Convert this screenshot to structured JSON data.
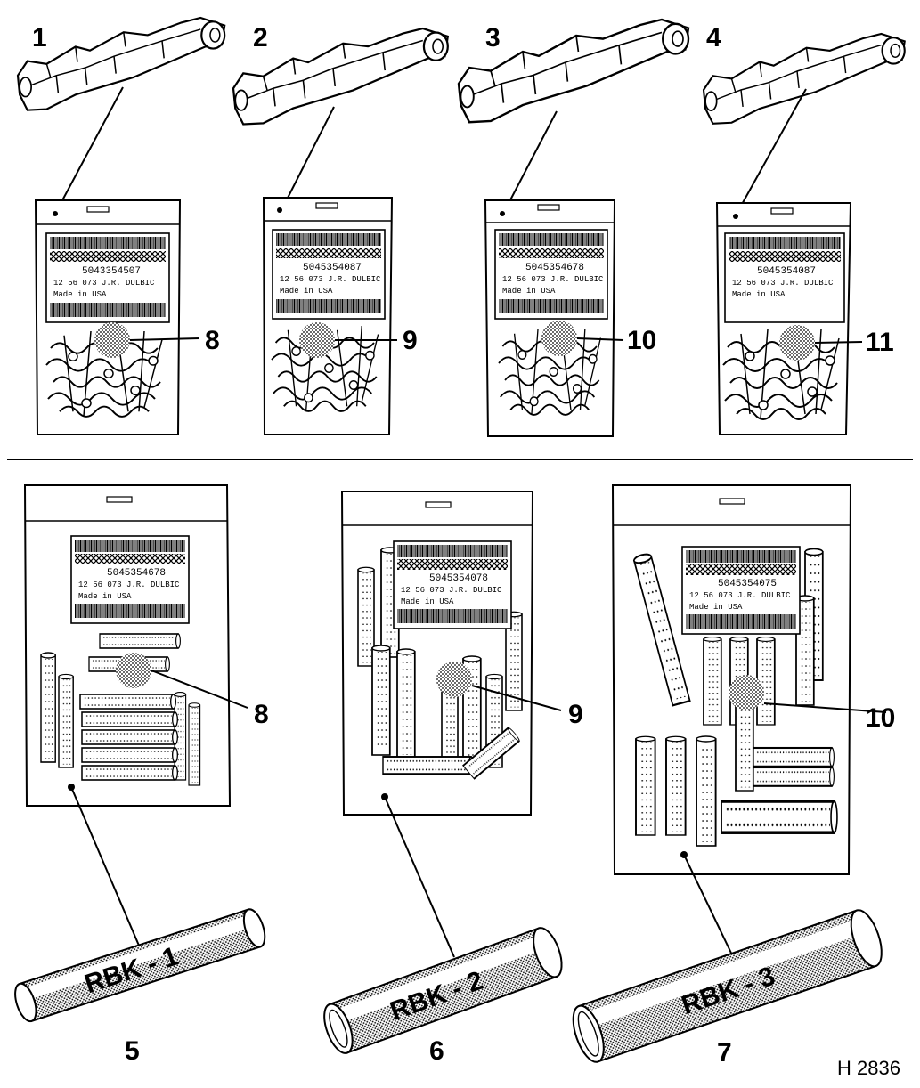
{
  "figure_id": "H 2836",
  "callouts": {
    "c1": "1",
    "c2": "2",
    "c3": "3",
    "c4": "4",
    "c5": "5",
    "c6": "6",
    "c7": "7",
    "c8a": "8",
    "c9a": "9",
    "c10a": "10",
    "c11": "11",
    "c8b": "8",
    "c9b": "9",
    "c10b": "10"
  },
  "tubes": {
    "t1": "RBK - 1",
    "t2": "RBK - 2",
    "t3": "RBK - 3"
  },
  "bag_labels": {
    "b1": {
      "number": "5043354507",
      "line2": "12 56 073 J.R. DULBIC",
      "line3": "Made in USA"
    },
    "b2": {
      "number": "5045354087",
      "line2": "12 56 073 J.R. DULBIC",
      "line3": "Made in USA"
    },
    "b3": {
      "number": "5045354678",
      "line2": "12 56 073 J.R. DULBIC",
      "line3": "Made in USA"
    },
    "b4": {
      "number": "5045354087",
      "line2": "12 56 073 J.R. DULBIC",
      "line3": "Made in USA"
    },
    "b5": {
      "number": "5045354678",
      "line2": "12 56 073 J.R. DULBIC",
      "line3": "Made in USA"
    },
    "b6": {
      "number": "5045354078",
      "line2": "12 56 073 J.R. DULBIC",
      "line3": "Made in USA"
    },
    "b7": {
      "number": "5045354075",
      "line2": "12 56 073 J.R. DULBIC",
      "line3": "Made in USA"
    }
  }
}
